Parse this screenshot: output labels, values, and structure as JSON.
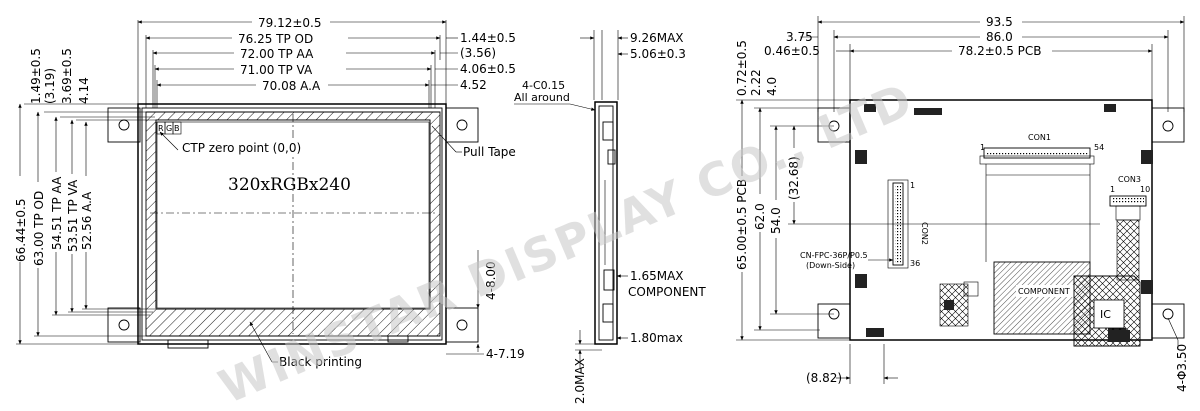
{
  "front_view": {
    "dims_top": [
      "79.12±0.5",
      "76.25 TP OD",
      "72.00 TP AA",
      "71.00 TP VA",
      "70.08 A.A"
    ],
    "dims_right": [
      "1.44±0.5",
      "(3.56)",
      "4.06±0.5",
      "4.52"
    ],
    "dims_left_top": [
      "1.49±0.5",
      "(3.19)",
      "3.69±0.5",
      "4.14"
    ],
    "dims_left": [
      "66.44±0.5",
      "63.00 TP OD",
      "54.51 TP AA",
      "53.51 TP VA",
      "52.56 A.A"
    ],
    "rgb_labels": [
      "R",
      "G",
      "B"
    ],
    "ctp_zero": "CTP zero point (0,0)",
    "resolution": "320xRGBx240",
    "pull_tape": "Pull Tape",
    "black_printing": "Black printing",
    "hole_dim": "4-8.00",
    "slot_dim": "4-7.19"
  },
  "side_view": {
    "max_thickness": "9.26MAX",
    "dim_5_06": "5.06±0.3",
    "chamfer": "4-C0.15",
    "all_around": "All around",
    "component_max": "1.65MAX",
    "component_label": "COMPONENT",
    "dim_1_80": "1.80max",
    "dim_2_0": "2.0MAX"
  },
  "back_view": {
    "dims_top": [
      "93.5",
      "86.0",
      "78.2±0.5 PCB"
    ],
    "dims_top_left": [
      "3.75",
      "0.46±0.5"
    ],
    "dims_left_top": [
      "0.72±0.5",
      "2.22",
      "4.0"
    ],
    "dims_left": [
      "65.00±0.5 PCB",
      "62.0",
      "54.0",
      "(32.68)"
    ],
    "con1_label": "CON1",
    "con1_pin_1": "1",
    "con1_pin_54": "54",
    "con2_label": "CON2",
    "con2_pin_1": "1",
    "con2_pin_36": "36",
    "con3_label": "CON3",
    "con3_pin_1": "1",
    "con3_pin_10": "10",
    "fpc_spec": "CN-FPC-36P/P0.5",
    "fpc_side": "(Down-Side)",
    "component_label": "COMPONENT",
    "ic_label": "IC",
    "dim_bottom": "(8.82)",
    "hole_dim": "4-Φ3.50"
  },
  "watermark": "WINSTAR DISPLAY CO., LTD"
}
